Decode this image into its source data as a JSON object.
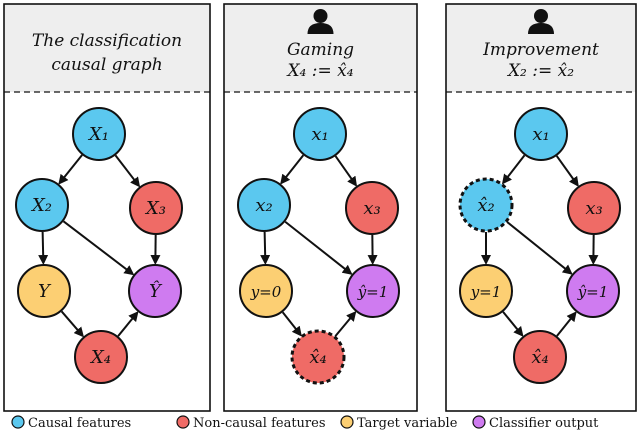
{
  "panels": [
    {
      "id": "causal",
      "title_line1": "The classification",
      "title_line2": "causal graph",
      "show_person": false,
      "equation": "",
      "nodes": {
        "n1": {
          "label": "X₁",
          "type": "causal",
          "dashed": false
        },
        "n2": {
          "label": "X₂",
          "type": "causal",
          "dashed": false
        },
        "n3": {
          "label": "X₃",
          "type": "noncausal",
          "dashed": false
        },
        "y": {
          "label": "Y",
          "type": "target",
          "dashed": false
        },
        "yh": {
          "label": "Ŷ",
          "type": "classifier",
          "dashed": false
        },
        "n4": {
          "label": "X₄",
          "type": "noncausal",
          "dashed": false
        }
      }
    },
    {
      "id": "gaming",
      "title_line1": "Gaming",
      "title_line2": "",
      "show_person": true,
      "equation": "X₄ := x̂₄",
      "nodes": {
        "n1": {
          "label": "x₁",
          "type": "causal",
          "dashed": false
        },
        "n2": {
          "label": "x₂",
          "type": "causal",
          "dashed": false
        },
        "n3": {
          "label": "x₃",
          "type": "noncausal",
          "dashed": false
        },
        "y": {
          "label": "y=0",
          "type": "target",
          "dashed": false
        },
        "yh": {
          "label": "ŷ=1",
          "type": "classifier",
          "dashed": false
        },
        "n4": {
          "label": "x̂₄",
          "type": "noncausal",
          "dashed": true
        }
      }
    },
    {
      "id": "improvement",
      "title_line1": "Improvement",
      "title_line2": "",
      "show_person": true,
      "equation": "X₂ := x̂₂",
      "nodes": {
        "n1": {
          "label": "x₁",
          "type": "causal",
          "dashed": false
        },
        "n2": {
          "label": "x̂₂",
          "type": "causal",
          "dashed": true
        },
        "n3": {
          "label": "x₃",
          "type": "noncausal",
          "dashed": false
        },
        "y": {
          "label": "y=1",
          "type": "target",
          "dashed": false
        },
        "yh": {
          "label": "ŷ=1",
          "type": "classifier",
          "dashed": false
        },
        "n4": {
          "label": "x̂₄",
          "type": "noncausal",
          "dashed": false
        }
      }
    }
  ],
  "edges": [
    [
      "n1",
      "n2"
    ],
    [
      "n1",
      "n3"
    ],
    [
      "n2",
      "y"
    ],
    [
      "n2",
      "yh"
    ],
    [
      "n3",
      "yh"
    ],
    [
      "y",
      "n4"
    ],
    [
      "n4",
      "yh"
    ]
  ],
  "legend": [
    {
      "type": "causal",
      "label": "Causal features"
    },
    {
      "type": "noncausal",
      "label": "Non-causal features"
    },
    {
      "type": "target",
      "label": "Target variable"
    },
    {
      "type": "classifier",
      "label": "Classifier output"
    }
  ],
  "colors": {
    "causal": "#5bc8ef",
    "noncausal": "#ef6b66",
    "target": "#fccf73",
    "classifier": "#cf7bf0",
    "header_bg": "#eeeeee",
    "stroke": "#111111"
  }
}
